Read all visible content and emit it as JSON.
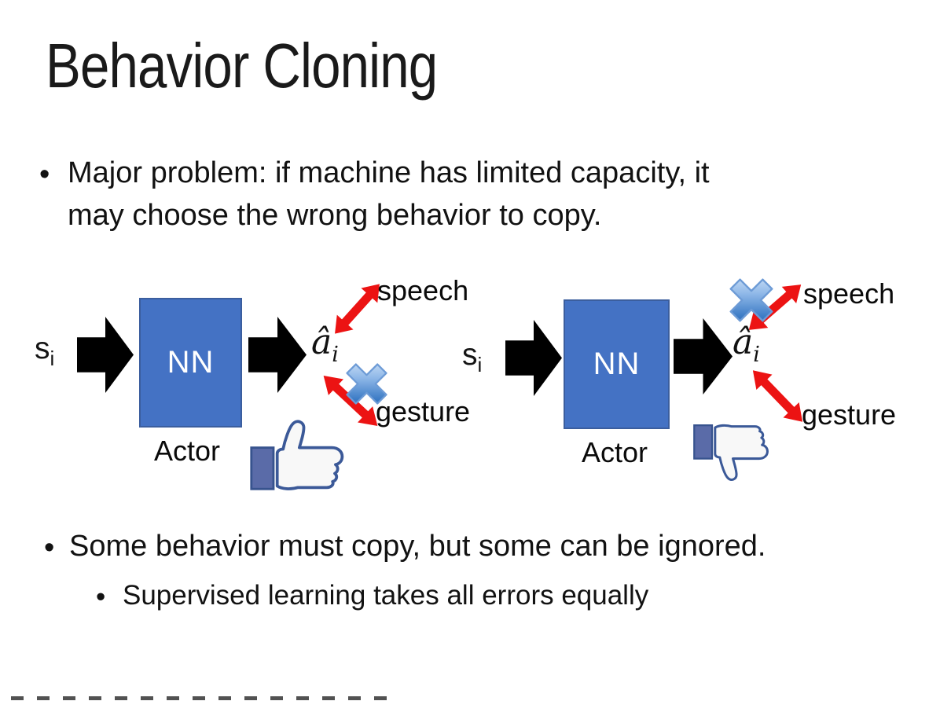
{
  "slide_title": "Behavior Cloning",
  "bullet_char": "•",
  "bullets": {
    "b1_line1": "Major problem: if machine has limited capacity, it",
    "b1_line2": "may choose the wrong behavior to copy.",
    "b2": "Some behavior must copy, but some can be ignored.",
    "b2_sub": "Supervised learning takes all errors equally"
  },
  "diagram": {
    "left": {
      "input_base": "s",
      "input_sub": "i",
      "box_label": "NN",
      "output_base": "â",
      "output_sub": "i",
      "actor_label": "Actor",
      "speech_label": "speech",
      "gesture_label": "gesture",
      "crossed_out_action": "gesture",
      "feedback_icon": "thumbs-up"
    },
    "right": {
      "input_base": "s",
      "input_sub": "i",
      "box_label": "NN",
      "output_base": "â",
      "output_sub": "i",
      "actor_label": "Actor",
      "speech_label": "speech",
      "gesture_label": "gesture",
      "crossed_out_action": "speech",
      "feedback_icon": "thumbs-down"
    }
  },
  "colors": {
    "nn_box_fill": "#4472C4",
    "nn_box_border": "#3B5E9E",
    "block_arrow": "#000000",
    "double_arrow_red": "#EC1313",
    "cross_blue_main": "#3D7CC6",
    "thumb_outline": "#3B5998",
    "thumb_cuff_fill": "#5A6BA8",
    "thumb_hand_fill": "#F8F8F8"
  }
}
